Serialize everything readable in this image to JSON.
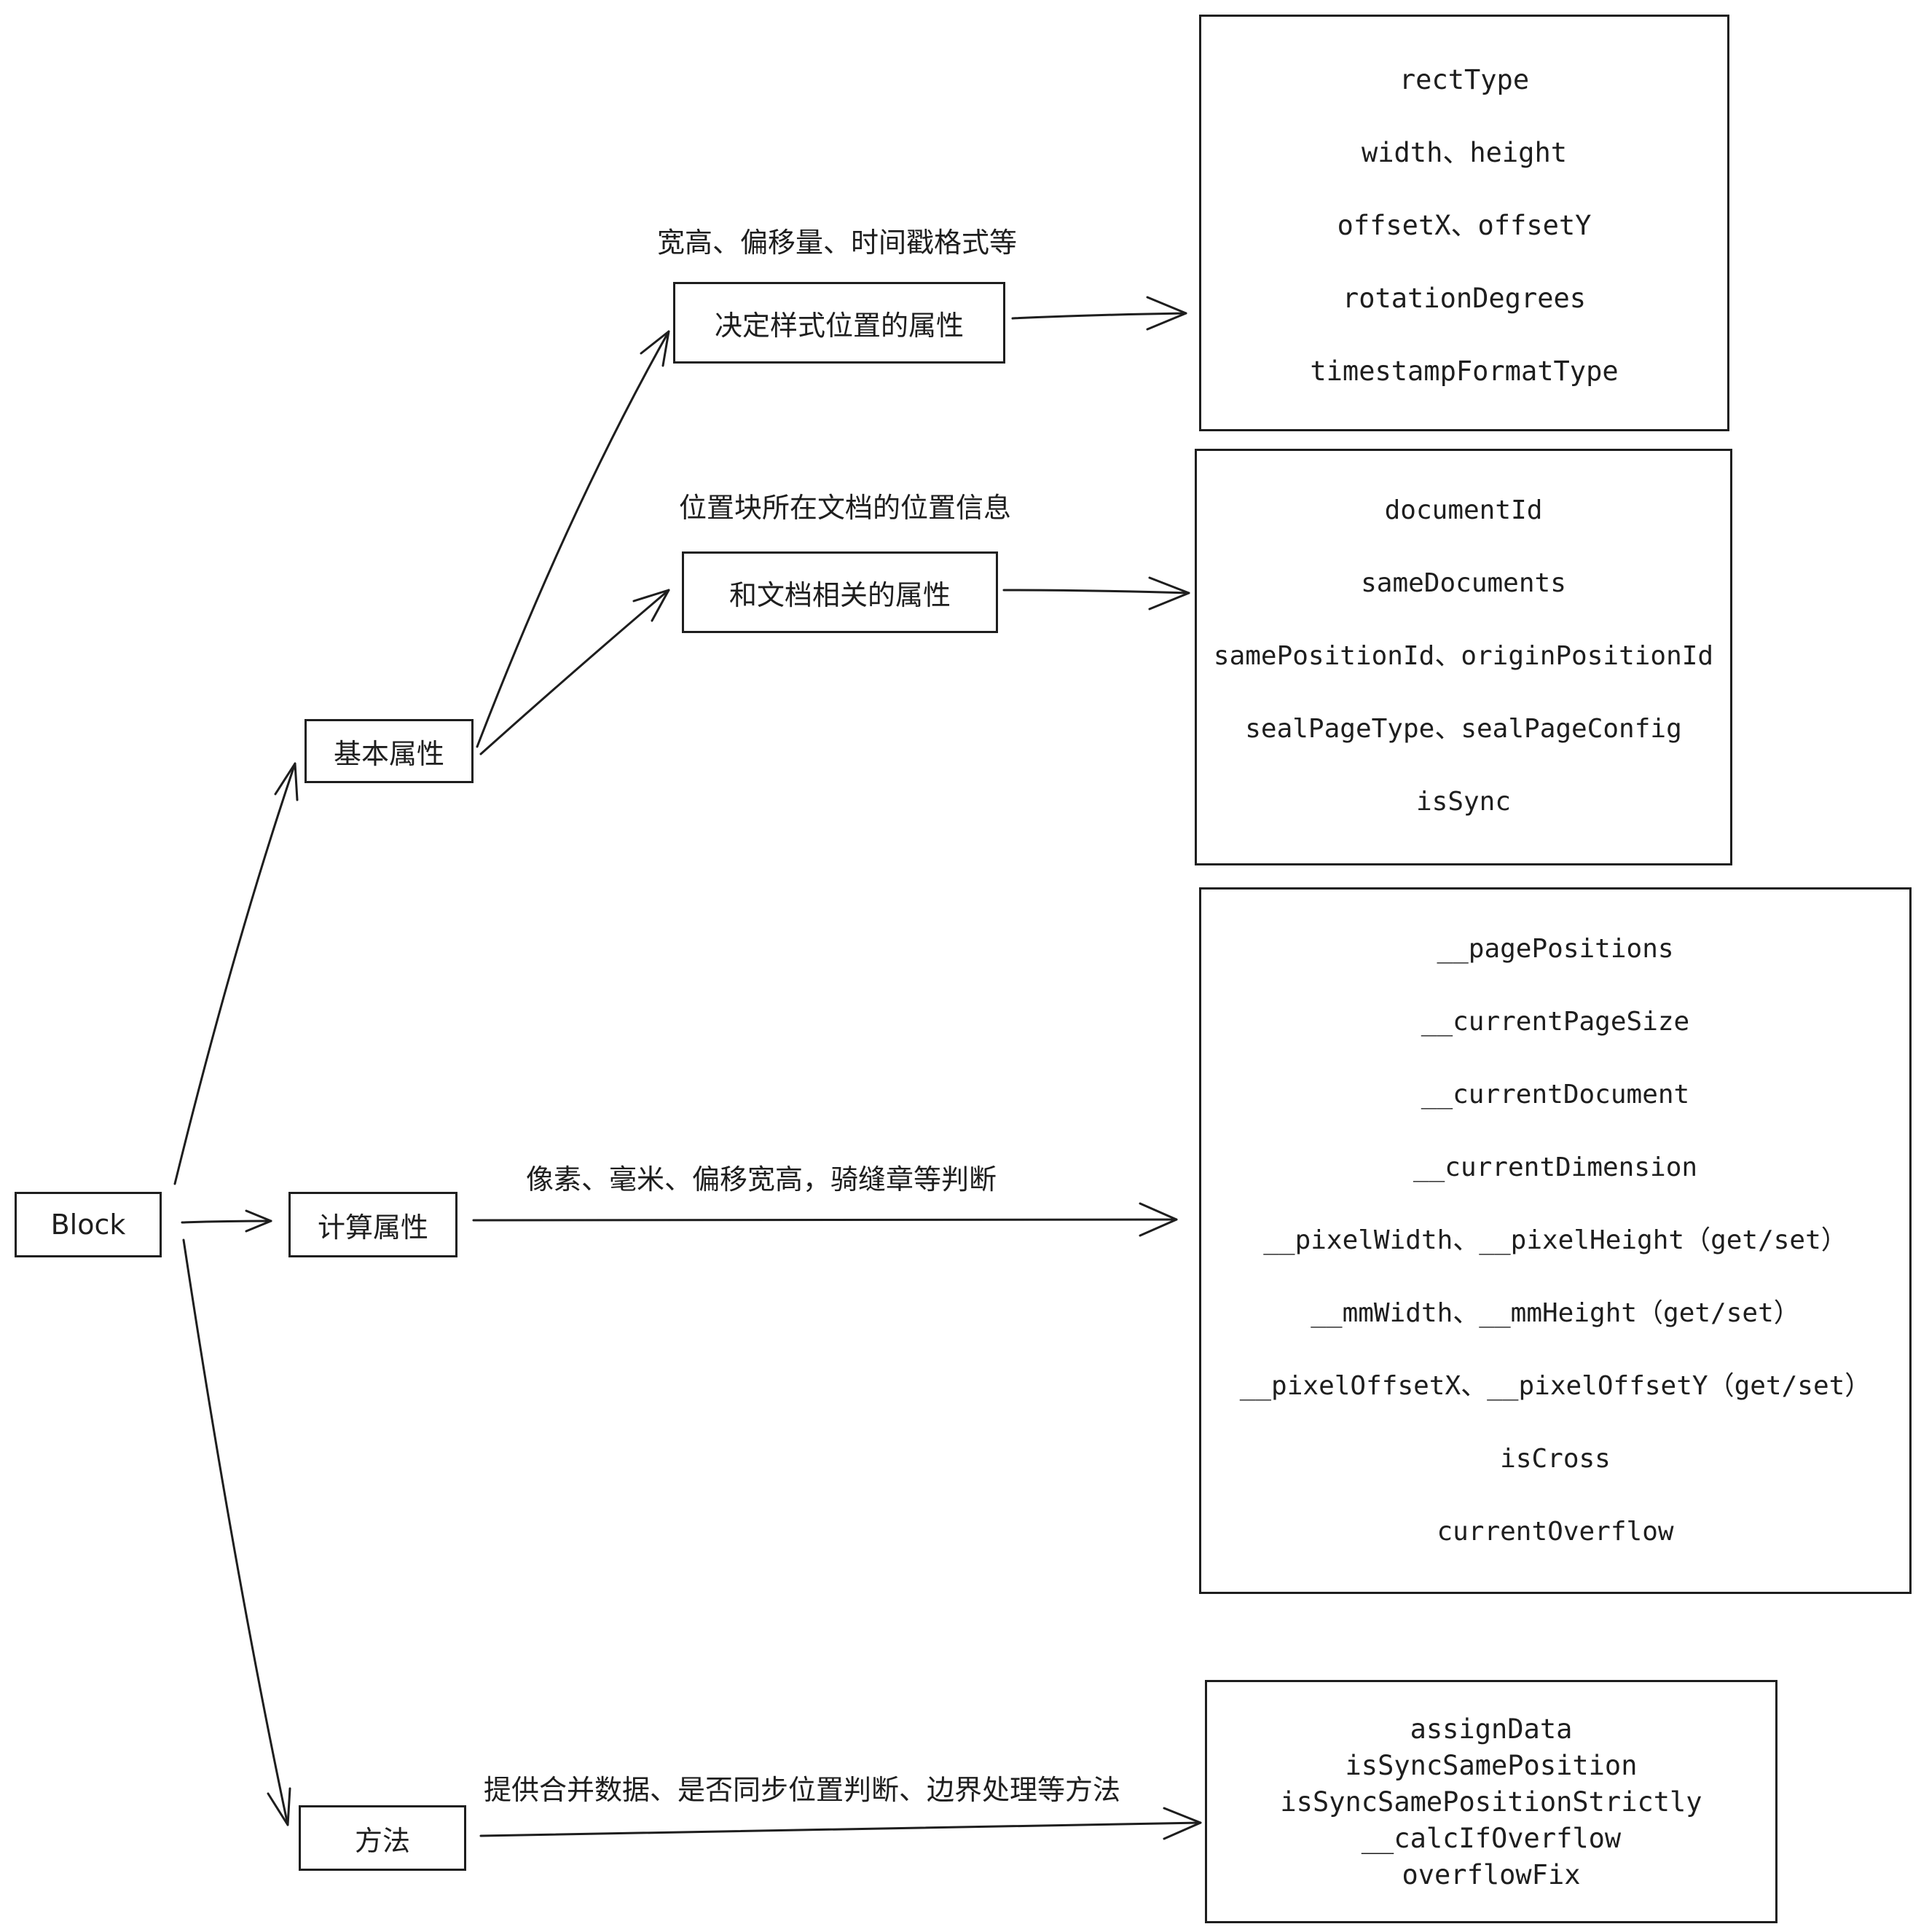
{
  "nodes": {
    "block": "Block",
    "basic": "基本属性",
    "computed": "计算属性",
    "methods": "方法",
    "style": "决定样式位置的属性",
    "document": "和文档相关的属性"
  },
  "labels": {
    "style": "宽高、偏移量、时间戳格式等",
    "document": "位置块所在文档的位置信息",
    "computed": "像素、毫米、偏移宽高，骑缝章等判断",
    "methods": "提供合并数据、是否同步位置判断、边界处理等方法"
  },
  "panels": {
    "style": [
      "rectType",
      "width、height",
      "offsetX、offsetY",
      "rotationDegrees",
      "timestampFormatType"
    ],
    "document": [
      "documentId",
      "sameDocuments",
      "samePositionId、originPositionId",
      "sealPageType、sealPageConfig",
      "isSync"
    ],
    "computed": [
      "__pagePositions",
      "__currentPageSize",
      "__currentDocument",
      "__currentDimension",
      "__pixelWidth、__pixelHeight（get/set）",
      "__mmWidth、__mmHeight（get/set）",
      "__pixelOffsetX、__pixelOffsetY（get/set）",
      "isCross",
      "currentOverflow"
    ],
    "methods": [
      "assignData",
      "isSyncSamePosition",
      "isSyncSamePositionStrictly",
      "__calcIfOverflow",
      "overflowFix"
    ]
  }
}
